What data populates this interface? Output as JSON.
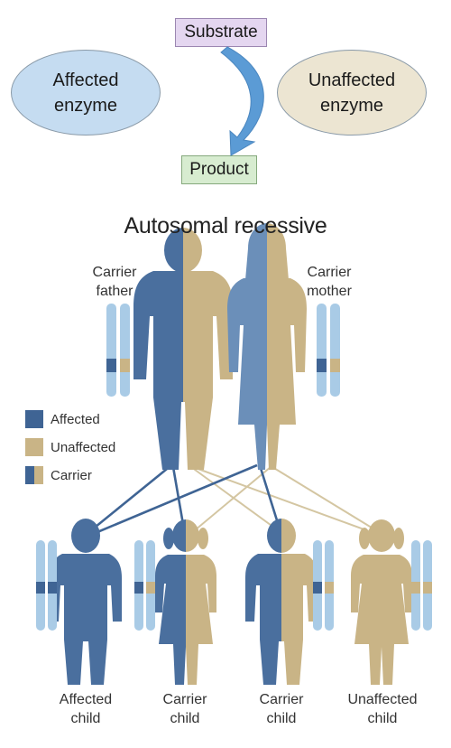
{
  "top": {
    "substrate": "Substrate",
    "product": "Product",
    "affected_enzyme": [
      "Affected",
      "enzyme"
    ],
    "unaffected_enzyme": [
      "Unaffected",
      "enzyme"
    ]
  },
  "title": "Autosomal recessive",
  "parents": {
    "father": [
      "Carrier",
      "father"
    ],
    "mother": [
      "Carrier",
      "mother"
    ]
  },
  "legend": [
    {
      "label": "Affected",
      "type": "affected"
    },
    {
      "label": "Unaffected",
      "type": "unaffected"
    },
    {
      "label": "Carrier",
      "type": "carrier"
    }
  ],
  "children": [
    {
      "label": [
        "Affected",
        "child"
      ],
      "type": "affected"
    },
    {
      "label": [
        "Carrier",
        "child"
      ],
      "type": "carrier"
    },
    {
      "label": [
        "Carrier",
        "child"
      ],
      "type": "carrier"
    },
    {
      "label": [
        "Unaffected",
        "child"
      ],
      "type": "unaffected"
    }
  ],
  "colors": {
    "affected": "#4a6f9e",
    "unaffected": "#c9b486",
    "chromosome": "#a9cbe6",
    "substrate_fill": "#e4d6f0",
    "product_fill": "#d7ecd0",
    "affected_enzyme_fill": "#c5dcf1",
    "unaffected_enzyme_fill": "#ece5d2",
    "arrow": "#5b9bd5"
  }
}
